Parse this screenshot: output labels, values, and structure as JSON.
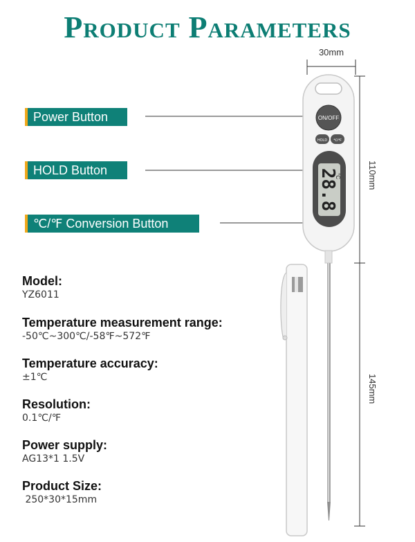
{
  "title": "Product Parameters",
  "callouts": {
    "power": "Power Button",
    "hold": "HOLD Button",
    "conversion": "℃/℉  Conversion Button"
  },
  "device": {
    "on_off_label": "ON/OFF",
    "hold_label": "HOLD",
    "unit_label": "℃/℉",
    "display_value": "28.8",
    "display_unit": "°C"
  },
  "dimensions": {
    "width": "30mm",
    "head_length": "110mm",
    "probe_length": "145mm"
  },
  "specs": [
    {
      "key": "Model:",
      "value": "YZ6011"
    },
    {
      "key": "Temperature measurement range:",
      "value": "-50℃~300℃/-58℉~572℉"
    },
    {
      "key": "Temperature accuracy:",
      "value": "±1℃"
    },
    {
      "key": "Resolution:",
      "value": "0.1℃/℉"
    },
    {
      "key": "Power supply:",
      "value": "AG13*1  1.5V"
    },
    {
      "key": "Product Size:",
      "value": " 250*30*15mm"
    }
  ],
  "colors": {
    "accent": "#0f8178",
    "stripe": "#f0a81a"
  }
}
